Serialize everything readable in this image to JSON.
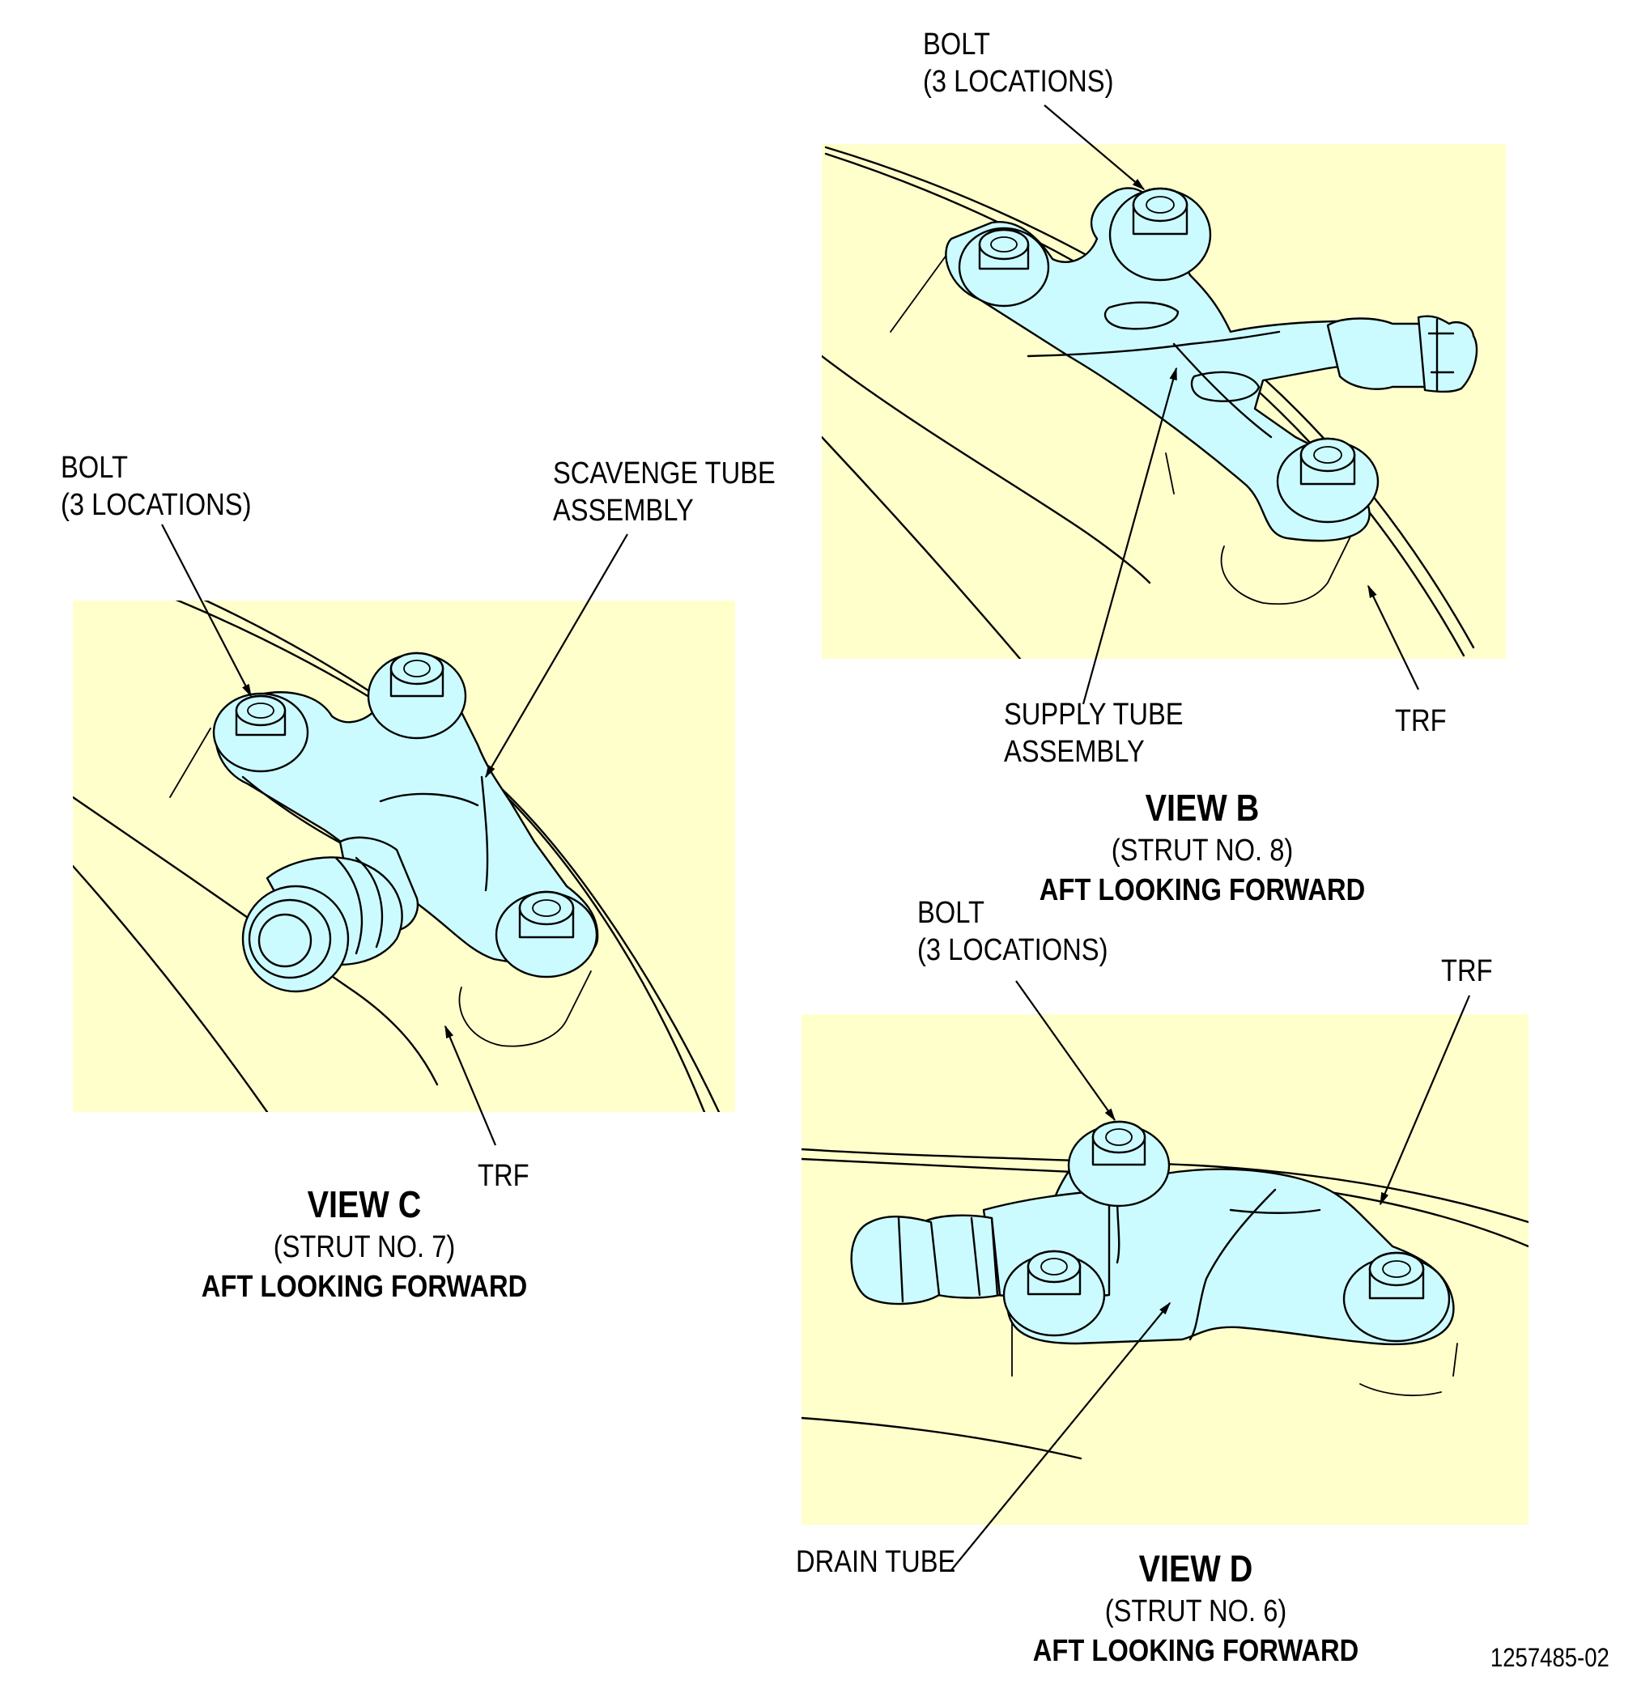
{
  "colors": {
    "panel": "#ffffcc",
    "part": "#ccfbff",
    "ink": "#000000"
  },
  "view_b": {
    "bolt_label": "BOLT",
    "bolt_count": "(3 LOCATIONS)",
    "supply_label_1": "SUPPLY TUBE",
    "supply_label_2": "ASSEMBLY",
    "trf_label": "TRF",
    "title": "VIEW B",
    "strut": "(STRUT NO. 8)",
    "direction": "AFT LOOKING FORWARD"
  },
  "view_c": {
    "bolt_label": "BOLT",
    "bolt_count": "(3 LOCATIONS)",
    "scavenge_label_1": "SCAVENGE TUBE",
    "scavenge_label_2": "ASSEMBLY",
    "trf_label": "TRF",
    "title": "VIEW C",
    "strut": "(STRUT NO. 7)",
    "direction": "AFT LOOKING FORWARD"
  },
  "view_d": {
    "bolt_label": "BOLT",
    "bolt_count": "(3 LOCATIONS)",
    "trf_label": "TRF",
    "drain_label": "DRAIN  TUBE",
    "title": "VIEW D",
    "strut": "(STRUT NO. 6)",
    "direction": "AFT LOOKING FORWARD"
  },
  "figure_number": "1257485-02"
}
